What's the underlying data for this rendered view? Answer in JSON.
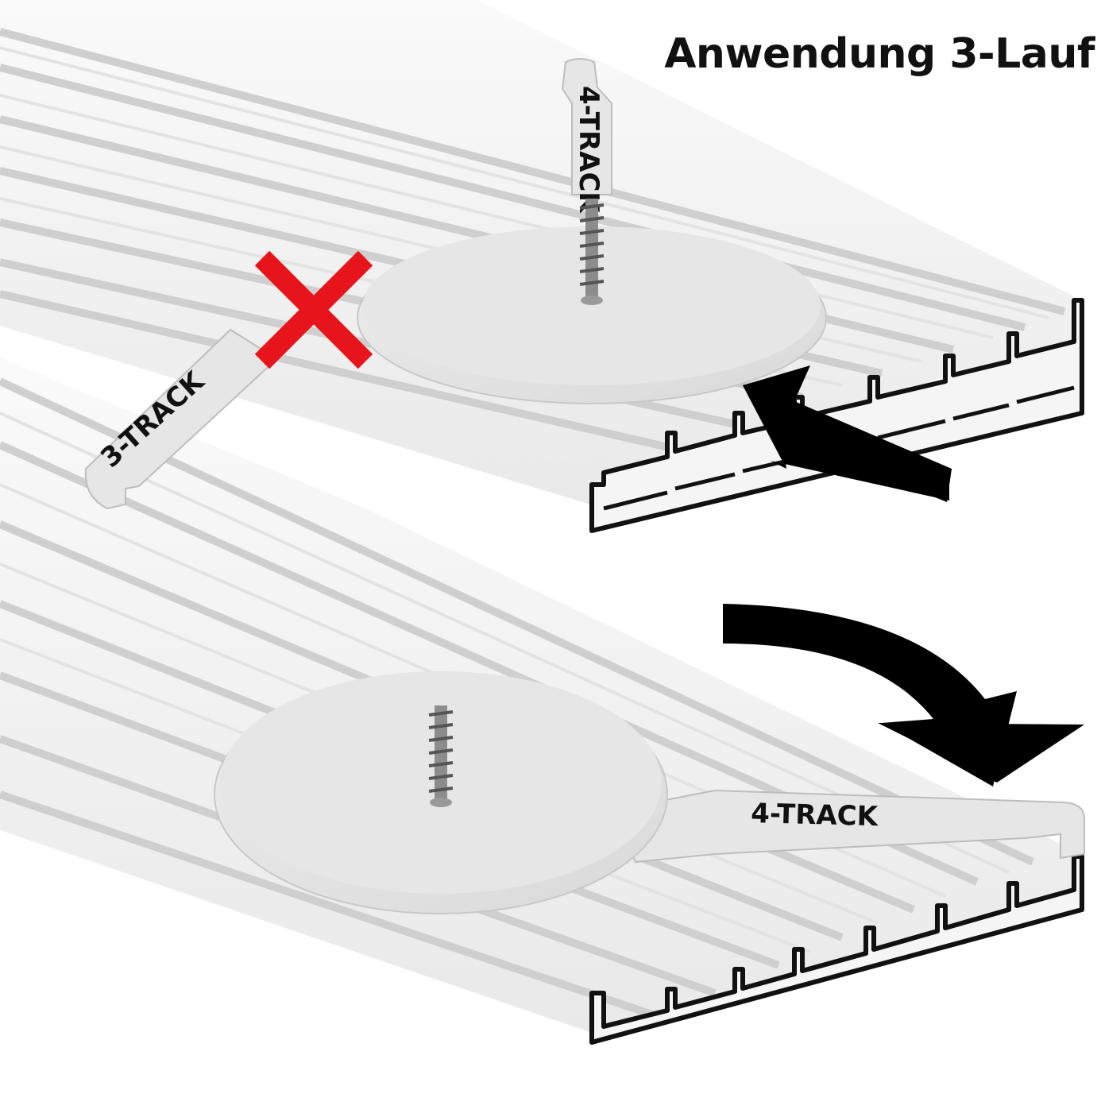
{
  "heading": "Anwendung 3-Lauf",
  "labels": {
    "top_key": "4-TRACK",
    "side_key": "3-TRACK",
    "bottom_key": "4-TRACK"
  },
  "icons": {
    "wrong": "red-cross-icon",
    "pointer": "black-arrow-icon",
    "rotate": "curved-arrow-icon"
  },
  "colors": {
    "rail_face": "#f4f4f4",
    "rail_groove": "#d3d3d3",
    "rail_outline": "#111111",
    "disc": "#e2e2e2",
    "cross": "#e8141c",
    "arrow": "#000000"
  }
}
